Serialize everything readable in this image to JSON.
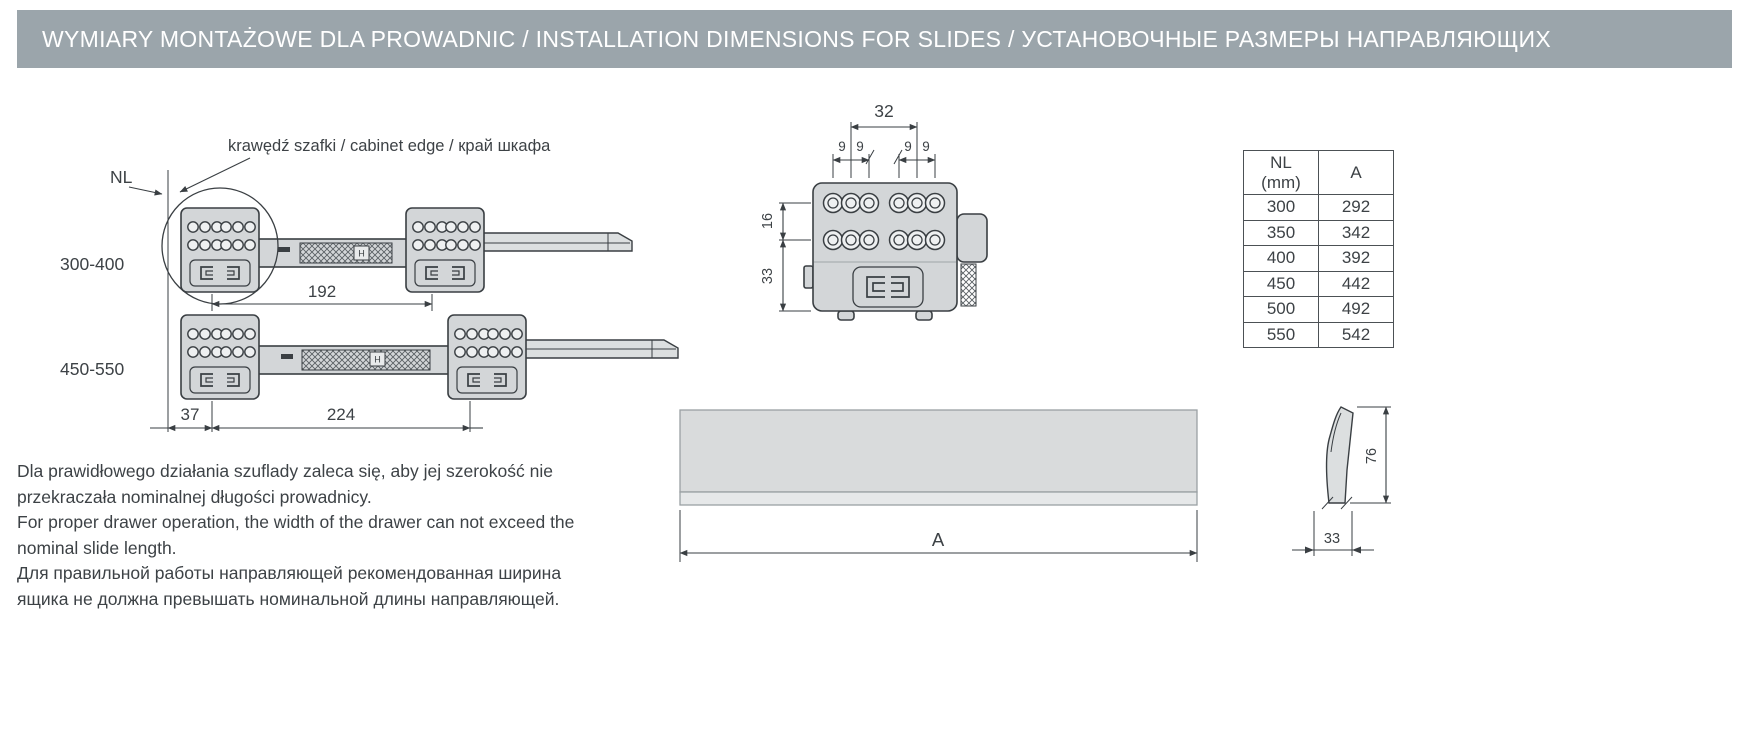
{
  "header": {
    "title": "WYMIARY MONTAŻOWE DLA PROWADNIC / INSTALLATION DIMENSIONS FOR SLIDES / УСТАНОВОЧНЫЕ РАЗМЕРЫ НАПРАВЛЯЮЩИХ"
  },
  "colors": {
    "header_bg": "#9ba5ab",
    "line": "#3a3f43",
    "part_fill": "#d3d6d8"
  },
  "left_diagram": {
    "cabinet_edge_label": "krawędź szafki / cabinet edge / край шкафа",
    "nl_label": "NL",
    "slide_short_label": "300-400",
    "slide_long_label": "450-550",
    "dim_bracket_spacing_short": "192",
    "dim_front_offset": "37",
    "dim_bracket_spacing_long": "224",
    "rail_mark": "H"
  },
  "front_view": {
    "dim_width": "32",
    "dim_hole_pitch": [
      "9",
      "9",
      "9",
      "9"
    ],
    "dim_row_gap": "16",
    "dim_bottom": "33"
  },
  "size_table": {
    "col1_header_line1": "NL",
    "col1_header_line2": "(mm)",
    "col2_header": "A",
    "rows": [
      {
        "nl": "300",
        "a": "292"
      },
      {
        "nl": "350",
        "a": "342"
      },
      {
        "nl": "400",
        "a": "392"
      },
      {
        "nl": "450",
        "a": "442"
      },
      {
        "nl": "500",
        "a": "492"
      },
      {
        "nl": "550",
        "a": "542"
      }
    ]
  },
  "notes": {
    "pl": "Dla prawidłowego działania szuflady zaleca się, aby jej szerokość nie przekraczała nominalnej długości prowadnicy.",
    "en": "For proper drawer operation, the width of the drawer can not exceed the nominal slide length.",
    "ru": "Для правильной работы направляющей рекомендованная ширина ящика не должна превышать номинальной длины направляющей."
  },
  "drawer_front": {
    "dim_width_label": "A"
  },
  "profile_view": {
    "dim_height": "76",
    "dim_depth": "33"
  }
}
